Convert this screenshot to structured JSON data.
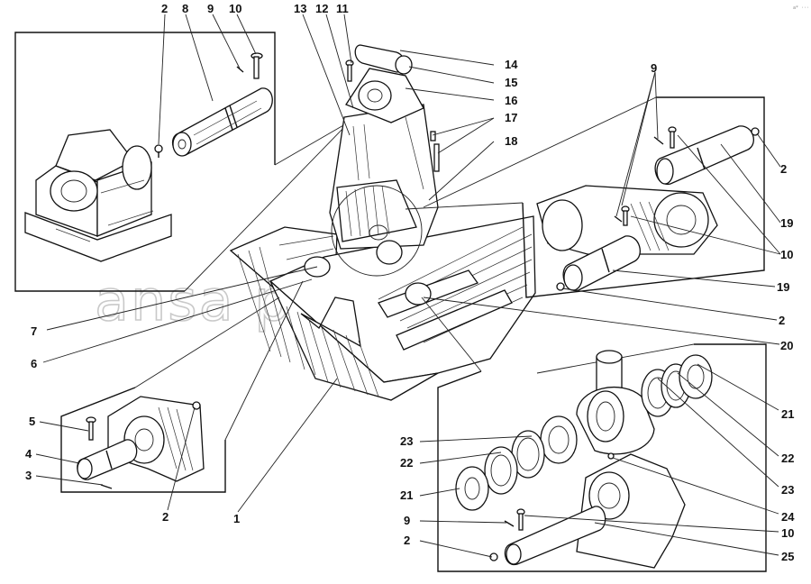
{
  "watermark": "ansa parts.ru",
  "corner_mark": "a* ···",
  "callouts": [
    {
      "id": "c2a",
      "text": "2"
    },
    {
      "id": "c8",
      "text": "8"
    },
    {
      "id": "c9a",
      "text": "9"
    },
    {
      "id": "c10a",
      "text": "10"
    },
    {
      "id": "c13",
      "text": "13"
    },
    {
      "id": "c12",
      "text": "12"
    },
    {
      "id": "c11",
      "text": "11"
    },
    {
      "id": "c14",
      "text": "14"
    },
    {
      "id": "c15",
      "text": "15"
    },
    {
      "id": "c16",
      "text": "16"
    },
    {
      "id": "c17",
      "text": "17"
    },
    {
      "id": "c18",
      "text": "18"
    },
    {
      "id": "c9b",
      "text": "9"
    },
    {
      "id": "c2b",
      "text": "2"
    },
    {
      "id": "c19a",
      "text": "19"
    },
    {
      "id": "c10b",
      "text": "10"
    },
    {
      "id": "c19b",
      "text": "19"
    },
    {
      "id": "c2c",
      "text": "2"
    },
    {
      "id": "c20",
      "text": "20"
    },
    {
      "id": "c7",
      "text": "7"
    },
    {
      "id": "c6",
      "text": "6"
    },
    {
      "id": "c5",
      "text": "5"
    },
    {
      "id": "c4",
      "text": "4"
    },
    {
      "id": "c3",
      "text": "3"
    },
    {
      "id": "c2d",
      "text": "2"
    },
    {
      "id": "c1",
      "text": "1"
    },
    {
      "id": "c21a",
      "text": "21"
    },
    {
      "id": "c22a",
      "text": "22"
    },
    {
      "id": "c23a",
      "text": "23"
    },
    {
      "id": "c23b",
      "text": "23"
    },
    {
      "id": "c22b",
      "text": "22"
    },
    {
      "id": "c21b",
      "text": "21"
    },
    {
      "id": "c24",
      "text": "24"
    },
    {
      "id": "c9c",
      "text": "9"
    },
    {
      "id": "c10c",
      "text": "10"
    },
    {
      "id": "c2e",
      "text": "2"
    },
    {
      "id": "c25",
      "text": "25"
    }
  ]
}
